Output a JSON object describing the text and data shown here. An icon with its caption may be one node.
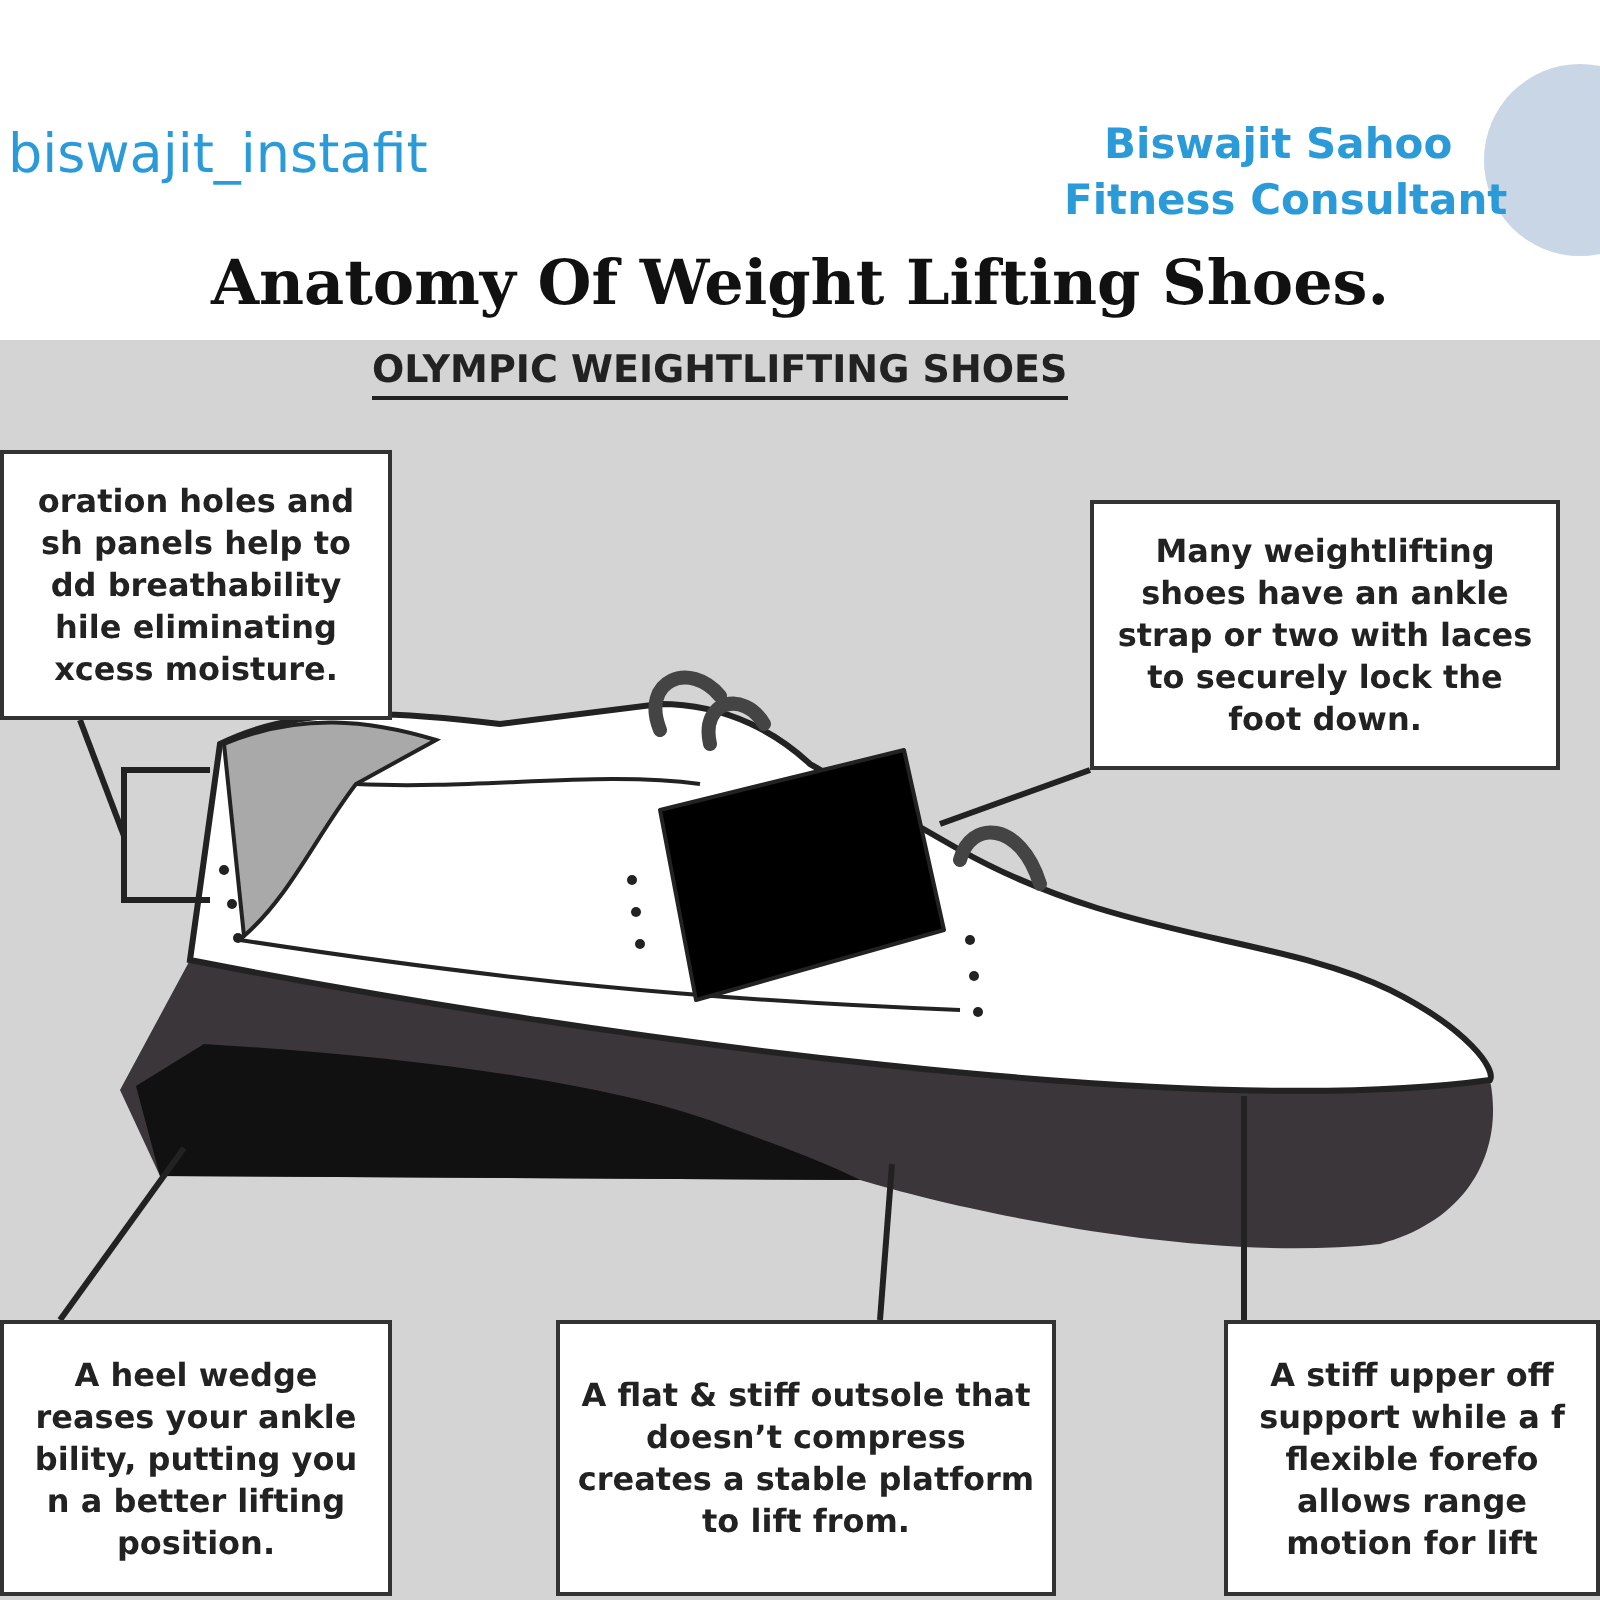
{
  "diagram": {
    "title": "Anatomy Of Weight Lifting Shoes.",
    "nodes": [
      {
        "text": [
          "oration holes and sh panels help to dd breathability hile eliminating xcess moisture."
        ]
      },
      {
        "text": [
          "Many weightlifting shoes have an ankle strap or two with laces to securely lock the foot down."
        ]
      },
      {
        "text": [
          "A heel wedge reases your ankle bility, putting you n a better lifting position."
        ]
      },
      {
        "text": [
          "A flat & stiff outsole that doesn’t compress creates a stable platform to lift from."
        ]
      },
      {
        "text": [
          "A stiff upper off support while a f flexible forefo allows range motion for lift"
        ]
      },
      {
        "text": [],
        "shape": "bracket"
      }
    ],
    "edges": [
      {
        "from": 0,
        "to": 5,
        "arrow": "none"
      },
      {
        "from": 1,
        "to": null,
        "arrow": "none"
      },
      {
        "from": 2,
        "to": null,
        "arrow": "none"
      },
      {
        "from": 3,
        "to": null,
        "arrow": "none"
      },
      {
        "from": 4,
        "to": null,
        "arrow": "none"
      }
    ],
    "labels": [
      "biswajit_instafit",
      "Biswajit Sahoo",
      "Fitness Consultant",
      "OLYMPIC WEIGHTLIFTING SHOES"
    ]
  }
}
